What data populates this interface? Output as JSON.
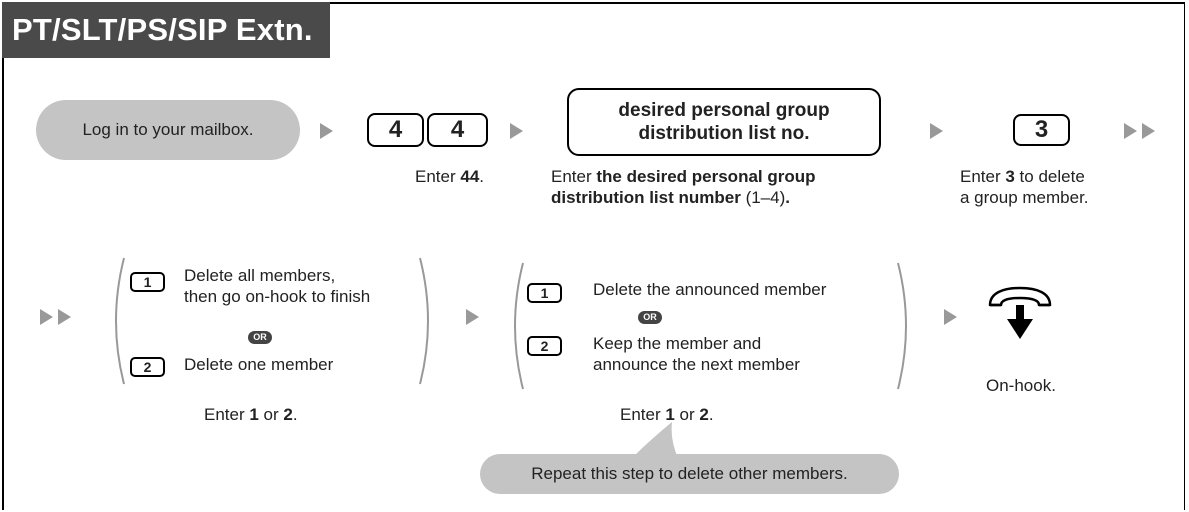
{
  "header": {
    "title": "PT/SLT/PS/SIP Extn."
  },
  "step1": {
    "bubble": "Log in to your mailbox."
  },
  "step2": {
    "key1": "4",
    "key2": "4",
    "caption_pre": "Enter ",
    "caption_bold": "44",
    "caption_post": "."
  },
  "step3": {
    "box_line1": "desired personal group",
    "box_line2": "distribution list no.",
    "caption_pre": "Enter ",
    "caption_bold1": "the desired personal group",
    "caption_bold2": "distribution list number",
    "caption_post": " (1–4)",
    "caption_end": "."
  },
  "step4": {
    "key": "3",
    "caption_pre": "Enter ",
    "caption_bold": "3",
    "caption_post1": " to delete",
    "caption_line2": "a group member."
  },
  "step5": {
    "opt1_key": "1",
    "opt1_line1": "Delete all members,",
    "opt1_line2": "then go on-hook to finish",
    "or_label": "OR",
    "opt2_key": "2",
    "opt2_line1": "Delete one member",
    "caption_pre": "Enter ",
    "caption_b1": "1",
    "caption_mid": " or ",
    "caption_b2": "2",
    "caption_end": "."
  },
  "step6": {
    "opt1_key": "1",
    "opt1_line1": "Delete the announced member",
    "or_label": "OR",
    "opt2_key": "2",
    "opt2_line1": "Keep the member and",
    "opt2_line2": "announce the next member",
    "caption_pre": "Enter ",
    "caption_b1": "1",
    "caption_mid": " or ",
    "caption_b2": "2",
    "caption_end": "."
  },
  "step7": {
    "icon": "on-hook-icon",
    "caption": "On-hook."
  },
  "repeat_bubble": "Repeat this step to delete other members.",
  "colors": {
    "header_bg": "#4a4a4a",
    "bubble_bg": "#c4c4c4",
    "arrow": "#999999"
  }
}
